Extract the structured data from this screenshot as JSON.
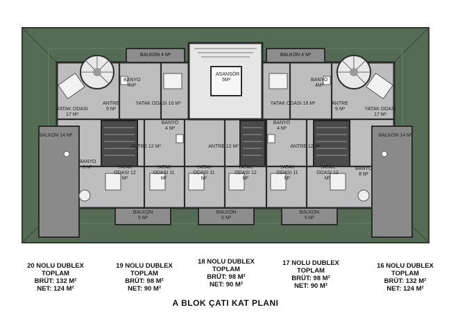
{
  "plan_title": "A BLOK ÇATI KAT PLANI",
  "colors": {
    "roof_green": "#556b55",
    "roof_edge": "#44553f",
    "wall": "#333333",
    "floor": "#c9c9c9",
    "terrace": "#8c8c8c"
  },
  "rooms": {
    "balkon_top_left": "BALKON 4 M²",
    "balkon_top_right": "BALKON 4 M²",
    "asansor": "ASANSÖR 5M²",
    "banyo_upper_left": "BANYO 4M²",
    "banyo_upper_right": "BANYO 4M²",
    "yatak_left_outer": "YATAK ODASI 17 M²",
    "yatak_right_outer": "YATAK ODASI 17 M²",
    "antre_left": "ANTRE 9 M²",
    "antre_right": "ANTRE 9 M²",
    "yatak_16_left": "YATAK ODASI 16 M²",
    "yatak_16_right": "YATAK ODASI 16 M²",
    "banyo_mid_left": "BANYO 4 M²",
    "banyo_mid_right": "BANYO 4 M²",
    "balkon_14_left": "BALKON 14 M²",
    "balkon_14_right": "BALKON 14 M²",
    "antre_12_a": "ANTRE 12 M²",
    "antre_12_b": "ANTRE 12 M²",
    "antre_12_c": "ANTRE 12 M²",
    "banyo_low_left": "BANYO 8 M²",
    "banyo_low_right": "BANYO 8 M²",
    "yatak_12_a": "YATAK ODASI 12 M²",
    "yatak_11_a": "YATAK ODASI 11 M²",
    "yatak_11_b": "YATAK ODASI 11 M²",
    "yatak_12_b": "YATAK ODASI 12 M²",
    "yatak_11_c": "YATAK ODASI 11 M²",
    "yatak_12_c": "YATAK ODASI 12 M²",
    "balkon_5_a": "BALKON 5 M²",
    "balkon_5_b": "BALKON 5 M²",
    "balkon_5_c": "BALKON 5 M²"
  },
  "units": [
    {
      "title": "20 NOLU DUBLEX",
      "line2": "TOPLAM",
      "brut": "BRÜT: 132 M²",
      "net": "NET: 124 M²"
    },
    {
      "title": "19 NOLU DUBLEX",
      "line2": "TOPLAM",
      "brut": "BRÜT: 98 M²",
      "net": "NET: 90 M²"
    },
    {
      "title": "18 NOLU DUBLEX",
      "line2": "TOPLAM",
      "brut": "BRÜT: 98 M²",
      "net": "NET: 90 M²"
    },
    {
      "title": "17 NOLU DUBLEX",
      "line2": "TOPLAM",
      "brut": "BRÜT: 98 M²",
      "net": "NET: 90 M²"
    },
    {
      "title": "16 NOLU DUBLEX",
      "line2": "TOPLAM",
      "brut": "BRÜT: 132 M²",
      "net": "NET: 124 M²"
    }
  ]
}
